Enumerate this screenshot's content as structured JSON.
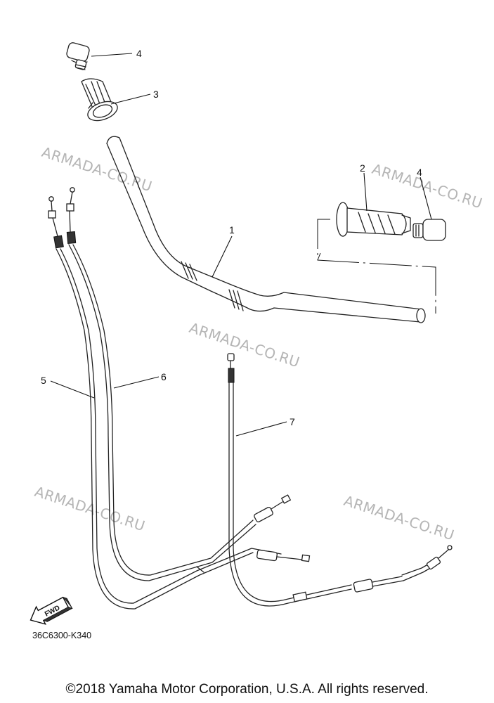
{
  "callouts": {
    "c1": "1",
    "c2": "2",
    "c3": "3",
    "c4a": "4",
    "c4b": "4",
    "c5": "5",
    "c6": "6",
    "c7": "7"
  },
  "watermark": "ARMADA-CO.RU",
  "fwd_label": "FWD",
  "diagram_code": "36C6300-K340",
  "copyright": "©2018 Yamaha Motor Corporation, U.S.A. All rights reserved."
}
